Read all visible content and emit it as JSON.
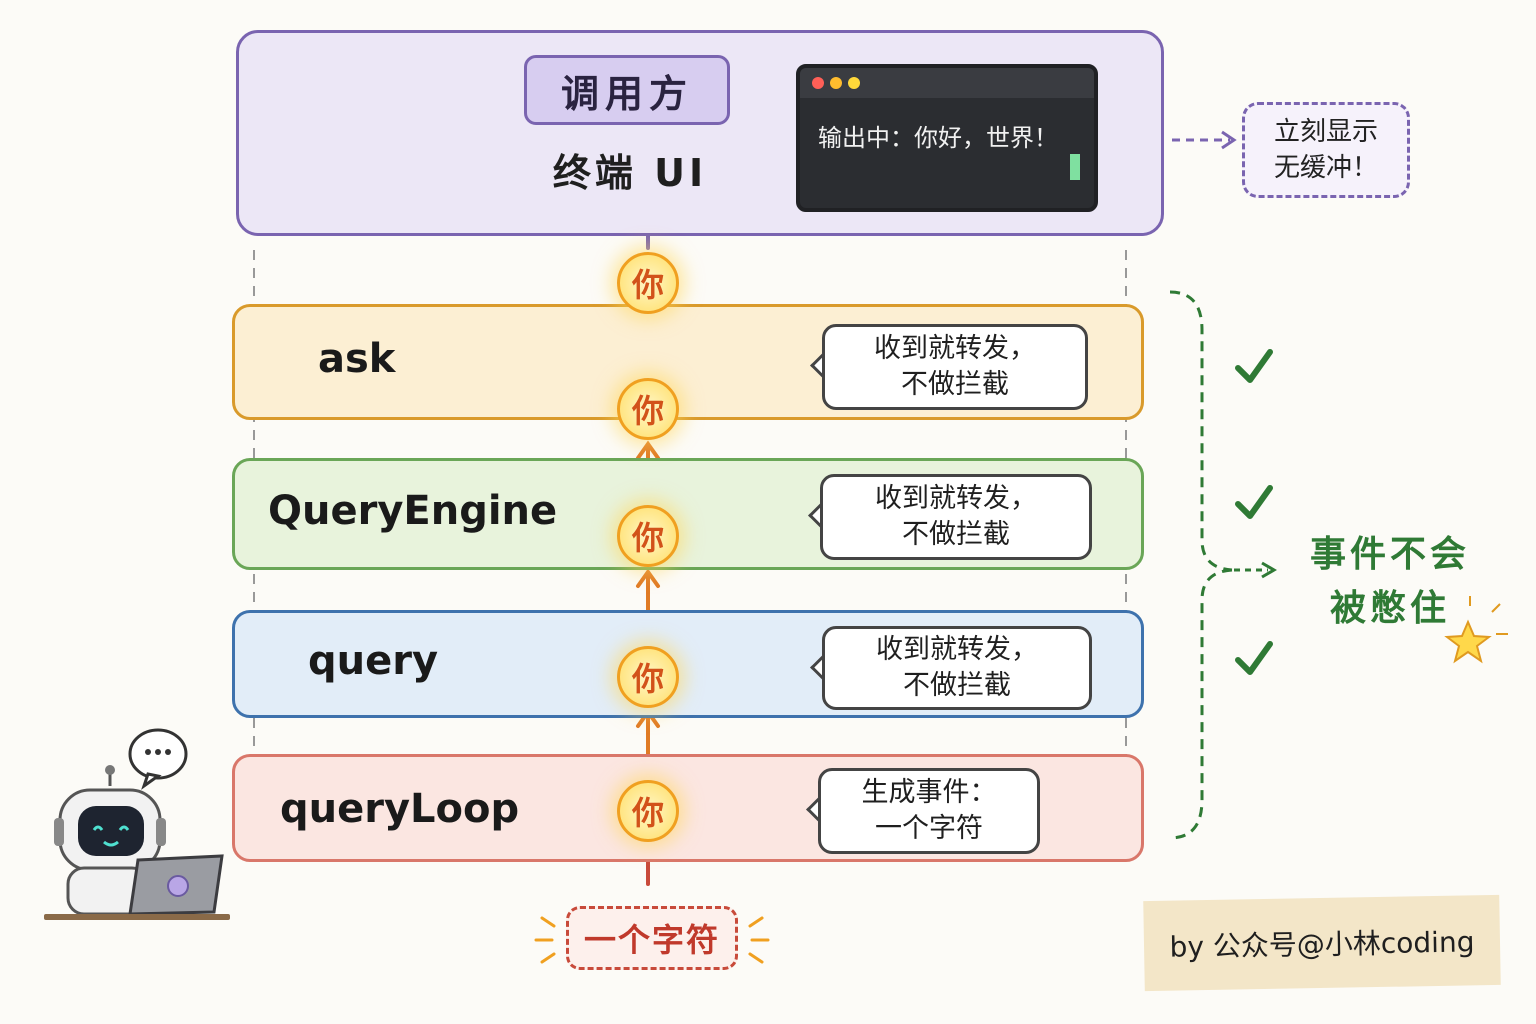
{
  "caller": {
    "tag": "调用方",
    "terminal_label": "终端 UI",
    "terminal_output": "输出中：你好，世界！",
    "side_note_line1": "立刻显示",
    "side_note_line2": "无缓冲！"
  },
  "token": "你",
  "layers": [
    {
      "name": "ask",
      "bubble_line1": "收到就转发，",
      "bubble_line2": "不做拦截",
      "fill": "#fcefd3",
      "stroke": "#d99a2b"
    },
    {
      "name": "QueryEngine",
      "bubble_line1": "收到就转发，",
      "bubble_line2": "不做拦截",
      "fill": "#e8f3dc",
      "stroke": "#6aa657"
    },
    {
      "name": "query",
      "bubble_line1": "收到就转发，",
      "bubble_line2": "不做拦截",
      "fill": "#e2edf8",
      "stroke": "#3e72ad"
    },
    {
      "name": "queryLoop",
      "bubble_line1": "生成事件：",
      "bubble_line2": "一个字符",
      "fill": "#fbe6e1",
      "stroke": "#d9776a"
    }
  ],
  "source": "一个字符",
  "note": {
    "line1": "事件不会",
    "line2": "被憋住"
  },
  "credit": "by 公众号@小林coding",
  "colors": {
    "purple": "#7a64b0",
    "orange_arrow": "#e07b25",
    "green": "#2f7a35",
    "red": "#c0392b"
  }
}
